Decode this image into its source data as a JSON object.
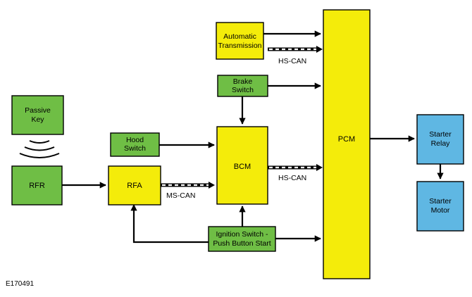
{
  "nodes": {
    "passive_key": [
      "Passive",
      "Key"
    ],
    "rfr": [
      "RFR"
    ],
    "rfa": [
      "RFA"
    ],
    "hood_switch": [
      "Hood",
      "Switch"
    ],
    "bcm": [
      "BCM"
    ],
    "automatic_transmission": [
      "Automatic",
      "Transmission"
    ],
    "brake_switch": [
      "Brake",
      "Switch"
    ],
    "ignition_switch": [
      "Ignition Switch -",
      "Push Button Start"
    ],
    "pcm": [
      "PCM"
    ],
    "starter_relay": [
      "Starter",
      "Relay"
    ],
    "starter_motor": [
      "Starter",
      "Motor"
    ]
  },
  "bus_labels": {
    "ms_can": "MS-CAN",
    "hs_can_transmission": "HS-CAN",
    "hs_can_bcm": "HS-CAN"
  },
  "figure_id": "E170491",
  "colors": {
    "module_green": "#6fbe45",
    "module_yellow": "#f4ec0a",
    "module_blue": "#5fb7e3"
  }
}
